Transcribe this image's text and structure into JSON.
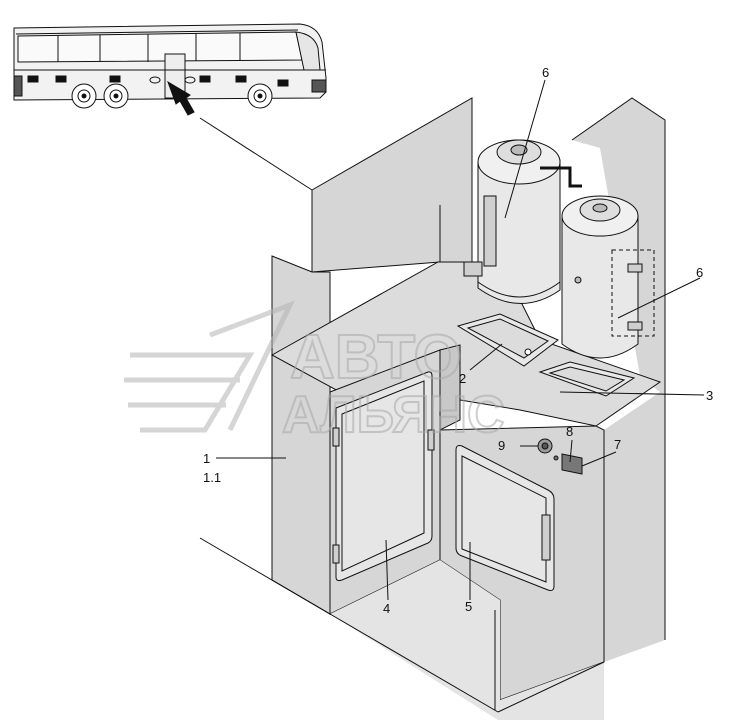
{
  "watermark": {
    "line1": "АВТО",
    "line2": "АЛЬЯНС"
  },
  "callouts": [
    {
      "id": "1",
      "text": "1"
    },
    {
      "id": "1.1",
      "text": "1.1"
    },
    {
      "id": "2",
      "text": "2"
    },
    {
      "id": "3",
      "text": "3"
    },
    {
      "id": "4",
      "text": "4"
    },
    {
      "id": "5",
      "text": "5"
    },
    {
      "id": "6a",
      "text": "6"
    },
    {
      "id": "6b",
      "text": "6"
    },
    {
      "id": "7",
      "text": "7"
    },
    {
      "id": "8",
      "text": "8"
    },
    {
      "id": "9",
      "text": "9"
    }
  ],
  "colors": {
    "panel": "#d6d6d6",
    "panel_light": "#e4e4e4",
    "line": "#111111",
    "watermark": "#b4b4b4"
  }
}
